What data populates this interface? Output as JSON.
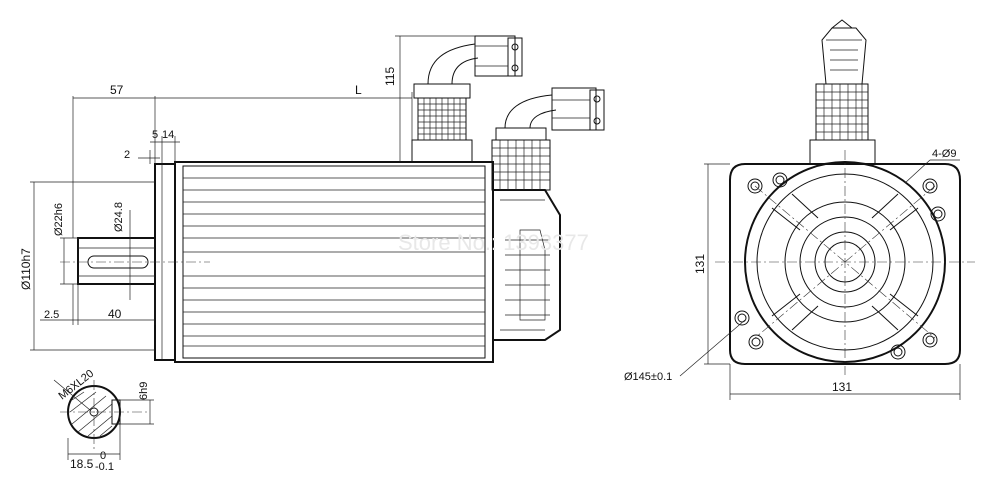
{
  "watermark": "Store No.: 1393377",
  "side_view": {
    "dims": {
      "overall_left": "57",
      "length": "L",
      "connector_height": "115",
      "flange_5": "5",
      "flange_14": "14",
      "step_2": "2",
      "shaft_diameter": "Ø22h6",
      "shaft_inner": "Ø24.8",
      "pilot": "Ø110h7",
      "gap": "2.5",
      "shaft_length": "40"
    }
  },
  "shaft_section": {
    "thread": "M6XL20",
    "key_width": "6h9",
    "key_height": "18.5",
    "tol_upper": "0",
    "tol_lower": "-0.1"
  },
  "front_view": {
    "dims": {
      "holes": "4-Ø9",
      "height": "131",
      "bolt_circle": "Ø145±0.1",
      "width": "131"
    }
  }
}
